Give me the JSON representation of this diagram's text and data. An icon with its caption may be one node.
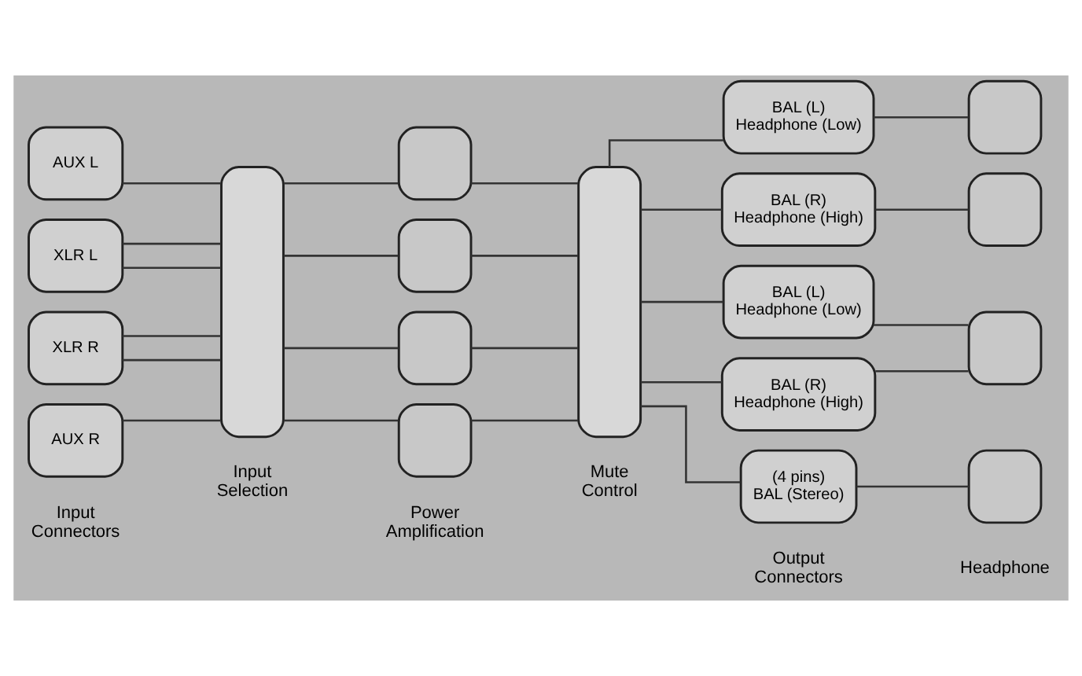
{
  "diagram": {
    "nodes": [
      {
        "text": [
          "AUX L"
        ]
      },
      {
        "text": [
          "XLR L"
        ]
      },
      {
        "text": [
          "XLR R"
        ]
      },
      {
        "text": [
          "AUX R"
        ]
      },
      {
        "text": [],
        "shape": "box"
      },
      {
        "text": [],
        "shape": "square"
      },
      {
        "text": [],
        "shape": "square"
      },
      {
        "text": [],
        "shape": "square"
      },
      {
        "text": [],
        "shape": "square"
      },
      {
        "text": [],
        "shape": "box"
      },
      {
        "text": [
          "BAL (L)",
          "Headphone (Low)"
        ]
      },
      {
        "text": [
          "BAL (R)",
          "Headphone (High)"
        ]
      },
      {
        "text": [
          "BAL (L)",
          "Headphone (Low)"
        ]
      },
      {
        "text": [
          "BAL (R)",
          "Headphone (High)"
        ]
      },
      {
        "text": [
          "(4 pins)",
          "BAL (Stereo)"
        ]
      },
      {
        "text": [],
        "shape": "square"
      },
      {
        "text": [],
        "shape": "square"
      },
      {
        "text": [],
        "shape": "square"
      },
      {
        "text": [],
        "shape": "square"
      }
    ],
    "edges": [
      {
        "from": 0,
        "to": 4,
        "arrow": "none"
      },
      {
        "from": 1,
        "to": 4,
        "arrow": "none"
      },
      {
        "from": 1,
        "to": 4,
        "arrow": "none"
      },
      {
        "from": 2,
        "to": 4,
        "arrow": "none"
      },
      {
        "from": 2,
        "to": 4,
        "arrow": "none"
      },
      {
        "from": 3,
        "to": 4,
        "arrow": "none"
      },
      {
        "from": 4,
        "to": 5,
        "arrow": "none"
      },
      {
        "from": 4,
        "to": 6,
        "arrow": "none"
      },
      {
        "from": 4,
        "to": 7,
        "arrow": "none"
      },
      {
        "from": 4,
        "to": 8,
        "arrow": "none"
      },
      {
        "from": 5,
        "to": 9,
        "arrow": "none"
      },
      {
        "from": 6,
        "to": 9,
        "arrow": "none"
      },
      {
        "from": 7,
        "to": 9,
        "arrow": "none"
      },
      {
        "from": 8,
        "to": 9,
        "arrow": "none"
      },
      {
        "from": 9,
        "to": 10,
        "arrow": "none"
      },
      {
        "from": 9,
        "to": 11,
        "arrow": "none"
      },
      {
        "from": 9,
        "to": 12,
        "arrow": "none"
      },
      {
        "from": 9,
        "to": 13,
        "arrow": "none"
      },
      {
        "from": 9,
        "to": 14,
        "arrow": "none"
      },
      {
        "from": 10,
        "to": 15,
        "arrow": "none"
      },
      {
        "from": 11,
        "to": 16,
        "arrow": "none"
      },
      {
        "from": 12,
        "to": 17,
        "arrow": "none"
      },
      {
        "from": 13,
        "to": 17,
        "arrow": "none"
      },
      {
        "from": 14,
        "to": 18,
        "arrow": "none"
      }
    ],
    "labels": [
      "Input Connectors",
      "Input Selection",
      "Power Amplification",
      "Mute Control",
      "Output Connectors",
      "Headphone"
    ]
  }
}
